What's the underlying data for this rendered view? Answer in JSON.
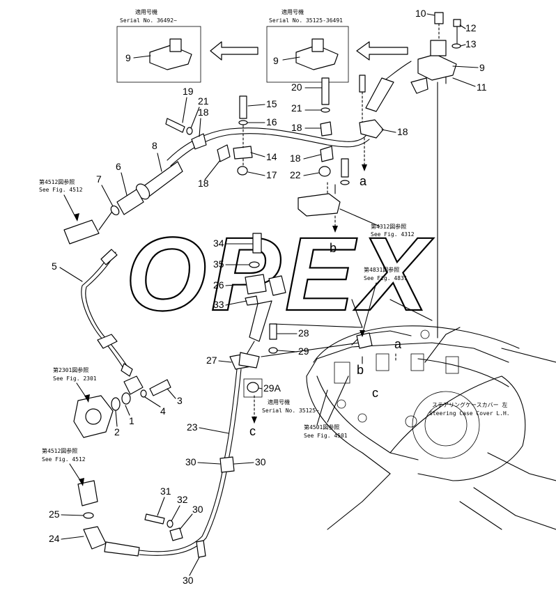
{
  "watermark": "OPEX",
  "insets": {
    "left": {
      "line1": "適用号機",
      "line2": "Serial No. 36492~",
      "part": "9"
    },
    "right": {
      "line1": "適用号機",
      "line2": "Serial No. 35125-36491",
      "part": "9"
    }
  },
  "refs": {
    "r4512a": {
      "jp": "第4512図参照",
      "en": "See Fig. 4512"
    },
    "r4312": {
      "jp": "第4312図参照",
      "en": "See Fig. 4312"
    },
    "r4831": {
      "jp": "第4831図参照",
      "en": "See Fig. 4831"
    },
    "r2301": {
      "jp": "第2301図参照",
      "en": "See Fig. 2301"
    },
    "r4501": {
      "jp": "第4501図参照",
      "en": "See Fig. 4501"
    },
    "r4512b": {
      "jp": "第4512図参照",
      "en": "See Fig. 4512"
    },
    "serial29a": {
      "jp": "適用号機",
      "en": "Serial No. 35125~"
    },
    "steering": {
      "jp": "ステアリングケースカバー 左",
      "en": "Steering Case Cover L.H."
    }
  },
  "connectors": {
    "a": "a",
    "b": "b",
    "c": "c"
  },
  "callouts": [
    "1",
    "2",
    "3",
    "4",
    "5",
    "6",
    "7",
    "8",
    "9",
    "10",
    "11",
    "12",
    "13",
    "14",
    "15",
    "16",
    "17",
    "18",
    "19",
    "20",
    "21",
    "22",
    "23",
    "24",
    "25",
    "26",
    "27",
    "28",
    "29",
    "29A",
    "30",
    "31",
    "32",
    "33",
    "34",
    "35"
  ]
}
